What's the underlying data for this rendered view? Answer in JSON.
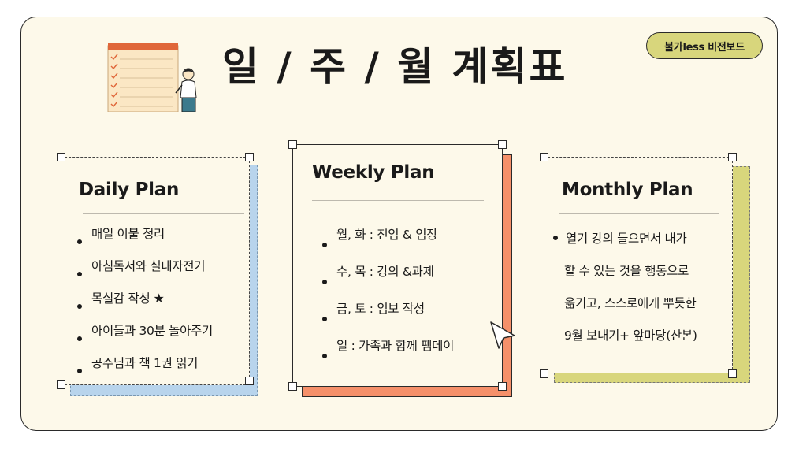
{
  "badge": "불가less 비전보드",
  "title": "일 / 주 / 월 계획표",
  "illustration": {
    "icon": "checklist-person-icon"
  },
  "daily": {
    "title": "Daily Plan",
    "items": [
      "매일 이불 정리",
      "아침독서와 실내자전거",
      "목실감 작성",
      "아이들과 30분 놀아주기",
      "공주님과 책 1권 읽기"
    ],
    "star": "★",
    "accent": "#b8d4ec"
  },
  "weekly": {
    "title": "Weekly Plan",
    "items": [
      "월, 화 :  전임 & 임장",
      "수, 목 : 강의 &과제",
      "금, 토 :  임보 작성",
      "일 : 가족과 함께 팸데이"
    ],
    "accent": "#f5906a"
  },
  "monthly": {
    "title": "Monthly Plan",
    "lines": [
      "열기 강의 들으면서 내가",
      "할 수 있는 것을 행동으로",
      "옮기고, 스스로에게 뿌듯한",
      "9월 보내기+ 앞마당(산본)"
    ],
    "accent": "#d8d67c"
  },
  "colors": {
    "background": "#fdf9ea",
    "border": "#2a2a2a"
  }
}
